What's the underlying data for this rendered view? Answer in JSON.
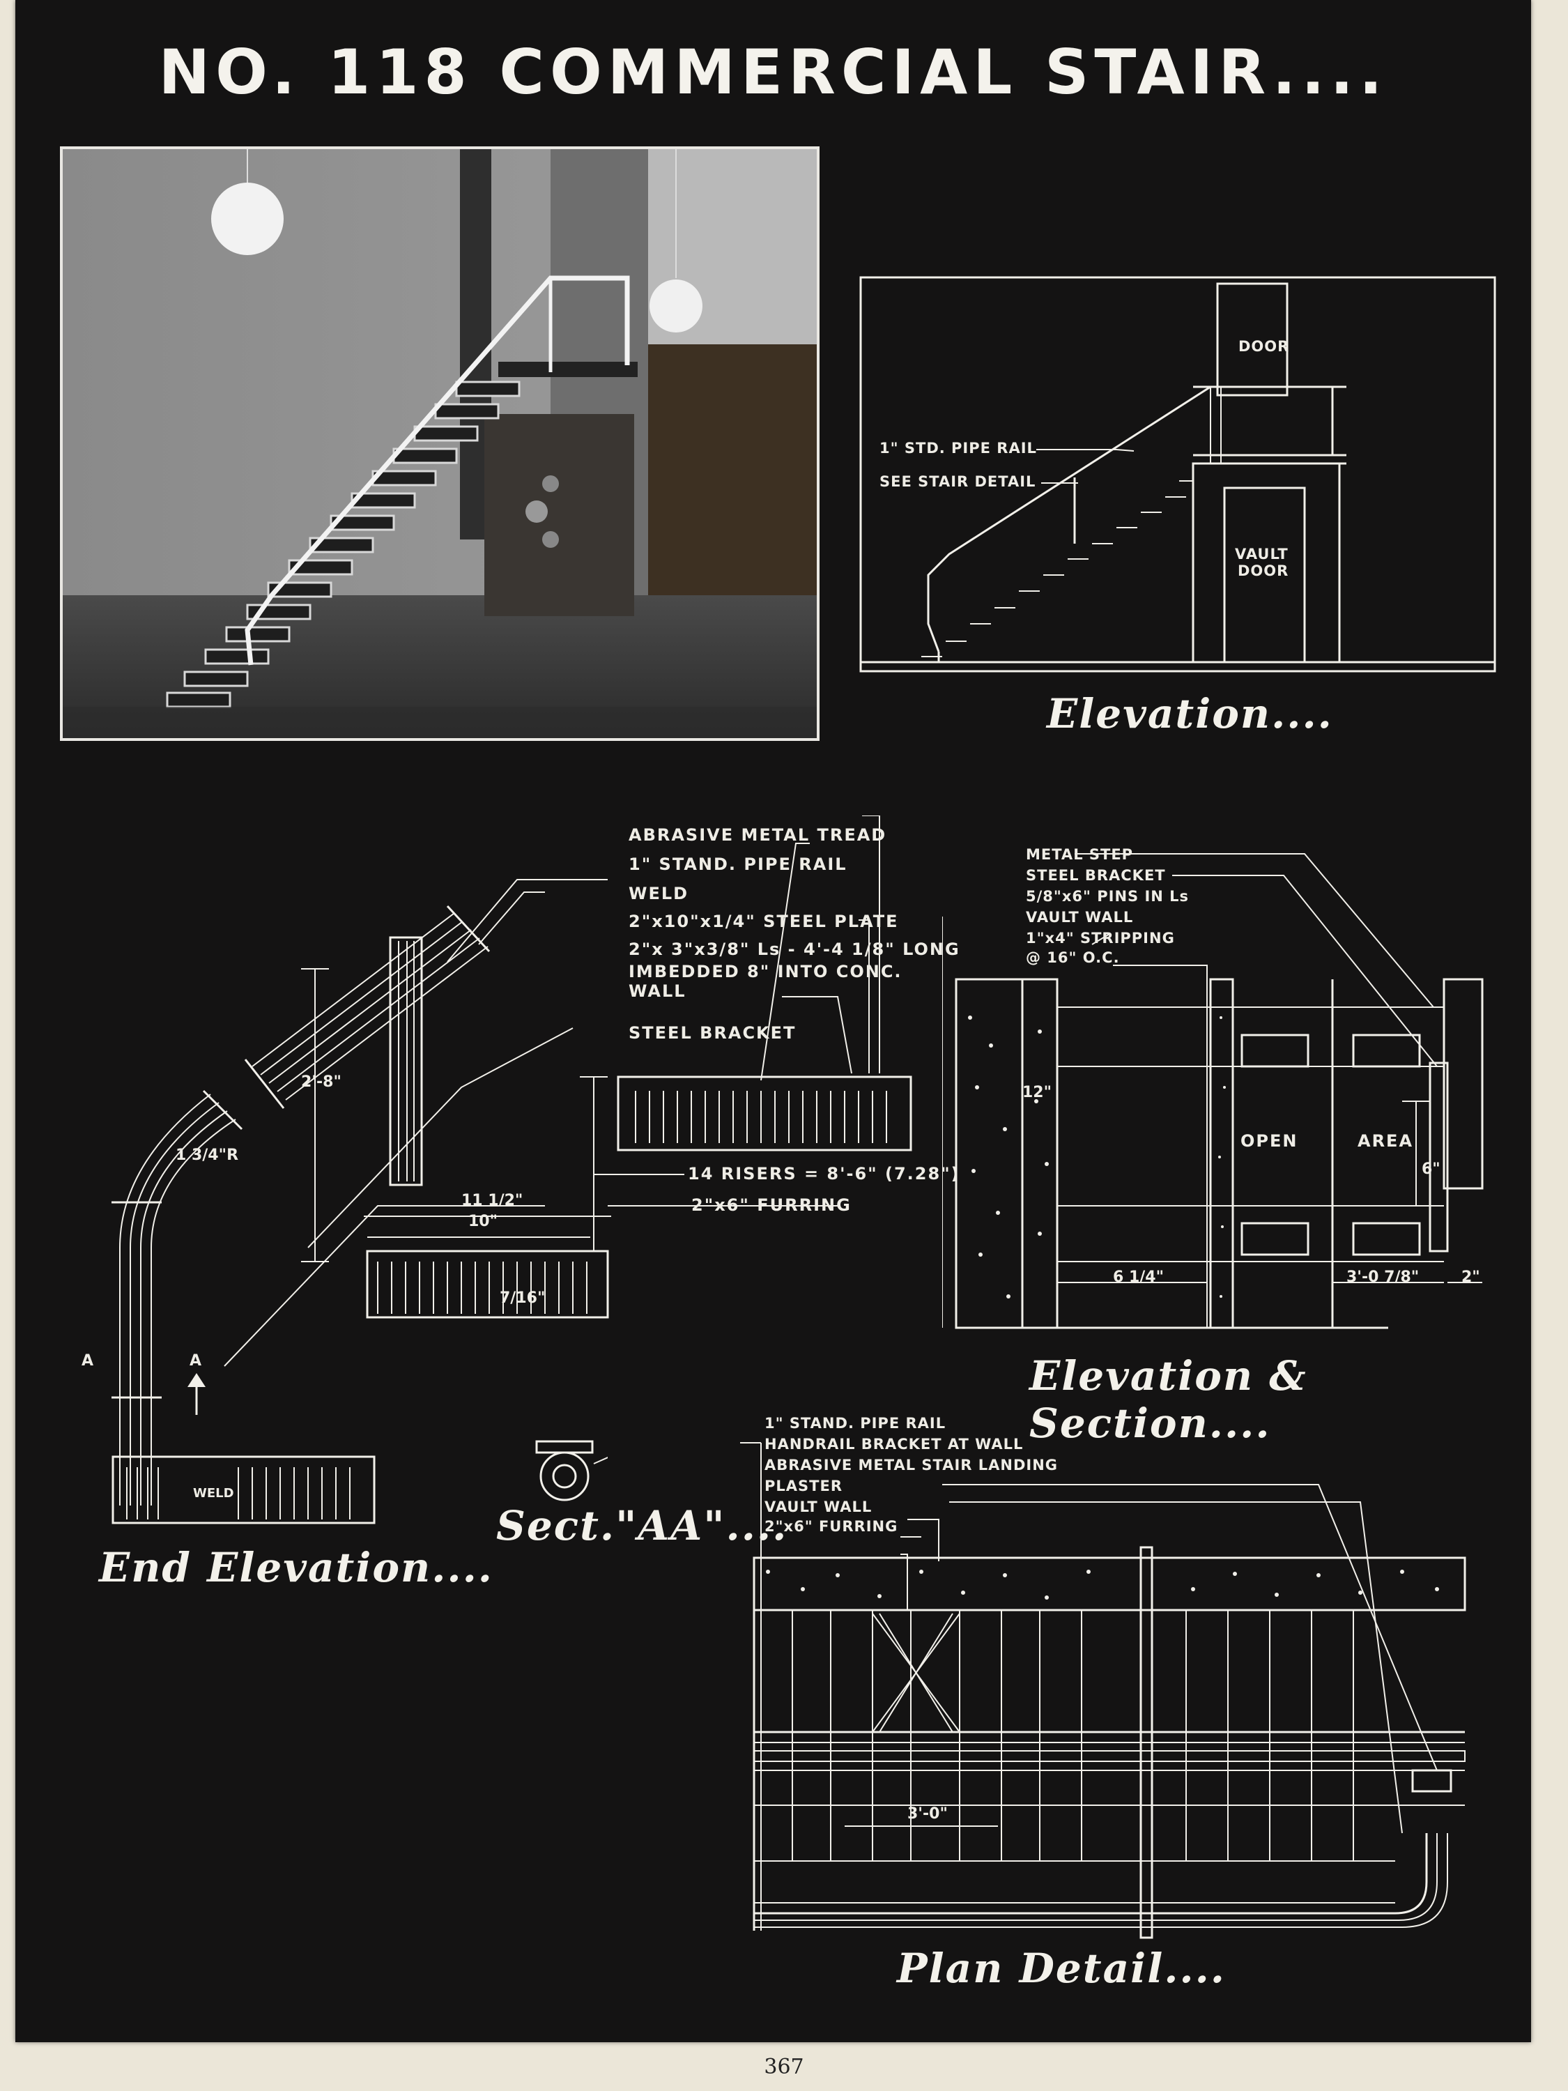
{
  "page": {
    "title": "NO. 118  COMMERCIAL  STAIR....",
    "page_number": "367"
  },
  "photo": {
    "caption": ""
  },
  "elevation": {
    "caption": "Elevation....",
    "labels": {
      "door": "DOOR",
      "vault_door_1": "VAULT",
      "vault_door_2": "DOOR",
      "pipe_rail": "1\" STD. PIPE RAIL",
      "stair_detail": "SEE STAIR DETAIL"
    }
  },
  "end_elevation": {
    "caption": "End Elevation....",
    "labels": [
      "ABRASIVE METAL TREAD",
      "1\" STAND. PIPE RAIL",
      "WELD",
      "2\"x10\"x1/4\" STEEL PLATE",
      "2\"x 3\"x3/8\" Ls - 4'-4 1/8\" LONG",
      "IMBEDDED 8\" INTO CONC.",
      "WALL",
      "STEEL BRACKET",
      "14 RISERS = 8'-6\" (7.28\")",
      "2\"x6\" FURRING"
    ],
    "dims": {
      "rail_height": "2'-8\"",
      "radius": "1 3/4\"R",
      "tread_11": "11 1/2\"",
      "tread_10": "10\"",
      "nosing": "7/16\"",
      "section_a_left": "A",
      "section_a_right": "A",
      "weld": "WELD"
    }
  },
  "section_aa": {
    "caption": "Sect.\"AA\"...."
  },
  "elevation_section": {
    "caption": "Elevation & Section....",
    "labels": [
      "METAL STEP",
      "STEEL BRACKET",
      "5/8\"x6\" PINS IN Ls",
      "VAULT WALL",
      "1\"x4\" STRIPPING",
      "@ 16\" O.C."
    ],
    "dims": {
      "d12": "12\"",
      "open": "OPEN",
      "area": "AREA",
      "d6": "6\"",
      "d614": "6 1/4\"",
      "d3078": "3'-0 7/8\"",
      "d2": "2\""
    }
  },
  "plan_detail": {
    "caption": "Plan Detail....",
    "labels": [
      "1\" STAND. PIPE RAIL",
      "HANDRAIL BRACKET AT WALL",
      "ABRASIVE METAL STAIR LANDING",
      "PLASTER",
      "VAULT WALL",
      "2\"x6\" FURRING"
    ],
    "dims": {
      "d30": "3'-0\""
    }
  }
}
